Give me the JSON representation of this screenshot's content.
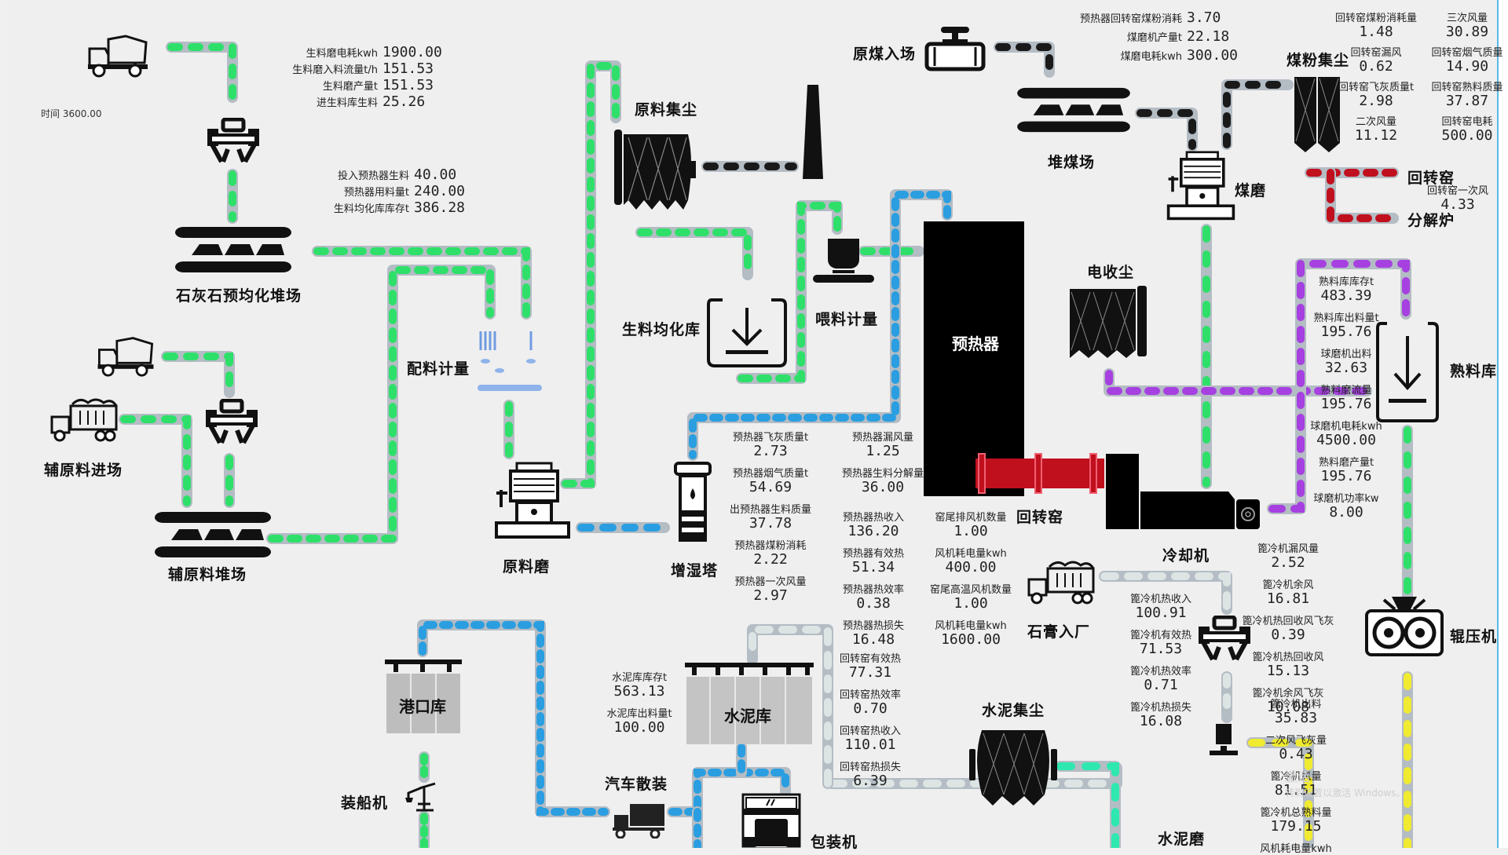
{
  "time": {
    "label": "时间",
    "value": "3600.00"
  },
  "units": {
    "limestone_truck": "limestone-truck",
    "crusher": "crusher",
    "limestone_yard": "石灰石预均化堆场",
    "aux_yard_in": "辅原料进场",
    "aux_yard": "辅原料堆场",
    "batching": "配料计量",
    "raw_mill": "原料磨",
    "raw_dust": "原料集尘",
    "raw_homo": "生料均化库",
    "feed_meter": "喂料计量",
    "preheater": "预热器",
    "humid_tower": "增湿塔",
    "kiln": "回转窑",
    "coal_in": "原煤入场",
    "coal_yard": "堆煤场",
    "coal_mill": "煤磨",
    "coal_dust": "煤粉集尘",
    "kiln_label2": "回转窑",
    "calciner": "分解炉",
    "esp": "电收尘",
    "cooler": "冷却机",
    "gypsum_in": "石膏入厂",
    "clinker_silo": "熟料库",
    "roller_press": "辊压机",
    "cement_dust": "水泥集尘",
    "cement_mill": "水泥磨",
    "port_silo": "港口库",
    "cement_silo": "水泥库",
    "truck_bulk": "汽车散装",
    "ship_loader": "装船机",
    "packer": "包装机"
  },
  "raw_mill_stats": [
    {
      "label": "生料磨电耗kwh",
      "value": "1900.00"
    },
    {
      "label": "生料磨入料流量t/h",
      "value": "151.53"
    },
    {
      "label": "生料磨产量t",
      "value": "151.53"
    },
    {
      "label": "进生料库生料",
      "value": "25.26"
    }
  ],
  "homo_stats": [
    {
      "label": "投入预热器生料",
      "value": "40.00"
    },
    {
      "label": "预热器用料量t",
      "value": "240.00"
    },
    {
      "label": "生料均化库库存t",
      "value": "386.28"
    }
  ],
  "coal_stats": [
    {
      "label": "预热器回转窑煤粉消耗",
      "value": "3.70"
    },
    {
      "label": "煤磨机产量t",
      "value": "22.18"
    },
    {
      "label": "煤磨电耗kwh",
      "value": "300.00"
    }
  ],
  "kiln_stats_a": [
    {
      "label": "回转窑煤粉消耗量",
      "value": "1.48"
    },
    {
      "label": "回转窑漏风",
      "value": "0.62"
    },
    {
      "label": "回转窑飞灰质量t",
      "value": "2.98"
    },
    {
      "label": "二次风量",
      "value": "11.12"
    }
  ],
  "kiln_stats_b": [
    {
      "label": "三次风量",
      "value": "30.89"
    },
    {
      "label": "回转窑烟气质量",
      "value": "14.90"
    },
    {
      "label": "回转窑熟料质量",
      "value": "37.87"
    },
    {
      "label": "回转窑电耗",
      "value": "500.00"
    }
  ],
  "kiln_primary_air": {
    "label": "回转窑一次风",
    "value": "4.33"
  },
  "preheater_stats_a": [
    {
      "label": "预热器飞灰质量t",
      "value": "2.73"
    },
    {
      "label": "预热器烟气质量t",
      "value": "54.69"
    },
    {
      "label": "出预热器生料质量",
      "value": "37.78"
    },
    {
      "label": "预热器煤粉消耗",
      "value": "2.22"
    },
    {
      "label": "预热器一次风量",
      "value": "2.97"
    }
  ],
  "preheater_stats_b": [
    {
      "label": "预热器漏风量",
      "value": "1.25"
    },
    {
      "label": "预热器生料分解量",
      "value": "36.00"
    }
  ],
  "preheater_stats_c": [
    {
      "label": "预热器热收入",
      "value": "136.20"
    },
    {
      "label": "预热器有效热",
      "value": "51.34"
    },
    {
      "label": "预热器热效率",
      "value": "0.38"
    },
    {
      "label": "预热器热损失",
      "value": "16.48"
    }
  ],
  "fan_stats": [
    {
      "label": "窑尾排风机数量",
      "value": "1.00"
    },
    {
      "label": "风机耗电量kwh",
      "value": "400.00"
    },
    {
      "label": "窑尾高温风机数量",
      "value": "1.00"
    },
    {
      "label": "风机耗电量kwh",
      "value": "1600.00"
    }
  ],
  "kiln_heat_stats": [
    {
      "label": "回转窑有效热",
      "value": "77.31"
    },
    {
      "label": "回转窑热效率",
      "value": "0.70"
    },
    {
      "label": "回转窑热收入",
      "value": "110.01"
    },
    {
      "label": "回转窑热损失",
      "value": "6.39"
    }
  ],
  "cooler_stats_a": [
    {
      "label": "篦冷机热收入",
      "value": "100.91"
    },
    {
      "label": "篦冷机有效热",
      "value": "71.53"
    },
    {
      "label": "篦冷机热效率",
      "value": "0.71"
    },
    {
      "label": "篦冷机热损失",
      "value": "16.08"
    }
  ],
  "cooler_stats_b": [
    {
      "label": "篦冷机漏风量",
      "value": "2.52"
    },
    {
      "label": "篦冷机余风",
      "value": "16.81"
    },
    {
      "label": "篦冷机热回收风飞灰",
      "value": "0.39"
    },
    {
      "label": "篦冷机热回收风",
      "value": "15.13"
    },
    {
      "label": "篦冷机余风飞灰",
      "value": "10.08"
    }
  ],
  "cooler_stats_c": [
    {
      "label": "篦冷机出料",
      "value": "35.83"
    },
    {
      "label": "二次风飞灰量",
      "value": "0.43"
    },
    {
      "label": "篦冷机风量",
      "value": "81.51"
    },
    {
      "label": "篦冷机总熟料量",
      "value": "179.15"
    },
    {
      "label": "风机耗电量kwh",
      "value": ""
    }
  ],
  "clinker_stats": [
    {
      "label": "熟料库库存t",
      "value": "483.39"
    },
    {
      "label": "熟料库出料量t",
      "value": "195.76"
    },
    {
      "label": "球磨机出料",
      "value": "32.63"
    },
    {
      "label": "熟料磨流量",
      "value": "195.76"
    },
    {
      "label": "球磨机电耗kwh",
      "value": "4500.00"
    },
    {
      "label": "熟料磨产量t",
      "value": "195.76"
    },
    {
      "label": "球磨机功率kw",
      "value": "8.00"
    }
  ],
  "cement_silo_stats": [
    {
      "label": "水泥库库存t",
      "value": "563.13"
    },
    {
      "label": "水泥库出料量t",
      "value": "100.00"
    }
  ],
  "colors": {
    "pipe": "#b4bcc4",
    "raw": "#2ee06a",
    "gas": "#2a9ee0",
    "coal": "#1a1a1a",
    "kiln_air": "#c0101e",
    "clinker": "#a640e0",
    "cement": "#f0ea30",
    "dust": "#2ee8b0",
    "return": "#dde4e4"
  },
  "watermark": {
    "line1": "激活",
    "line2": "转到设置以激活 Windows。"
  }
}
